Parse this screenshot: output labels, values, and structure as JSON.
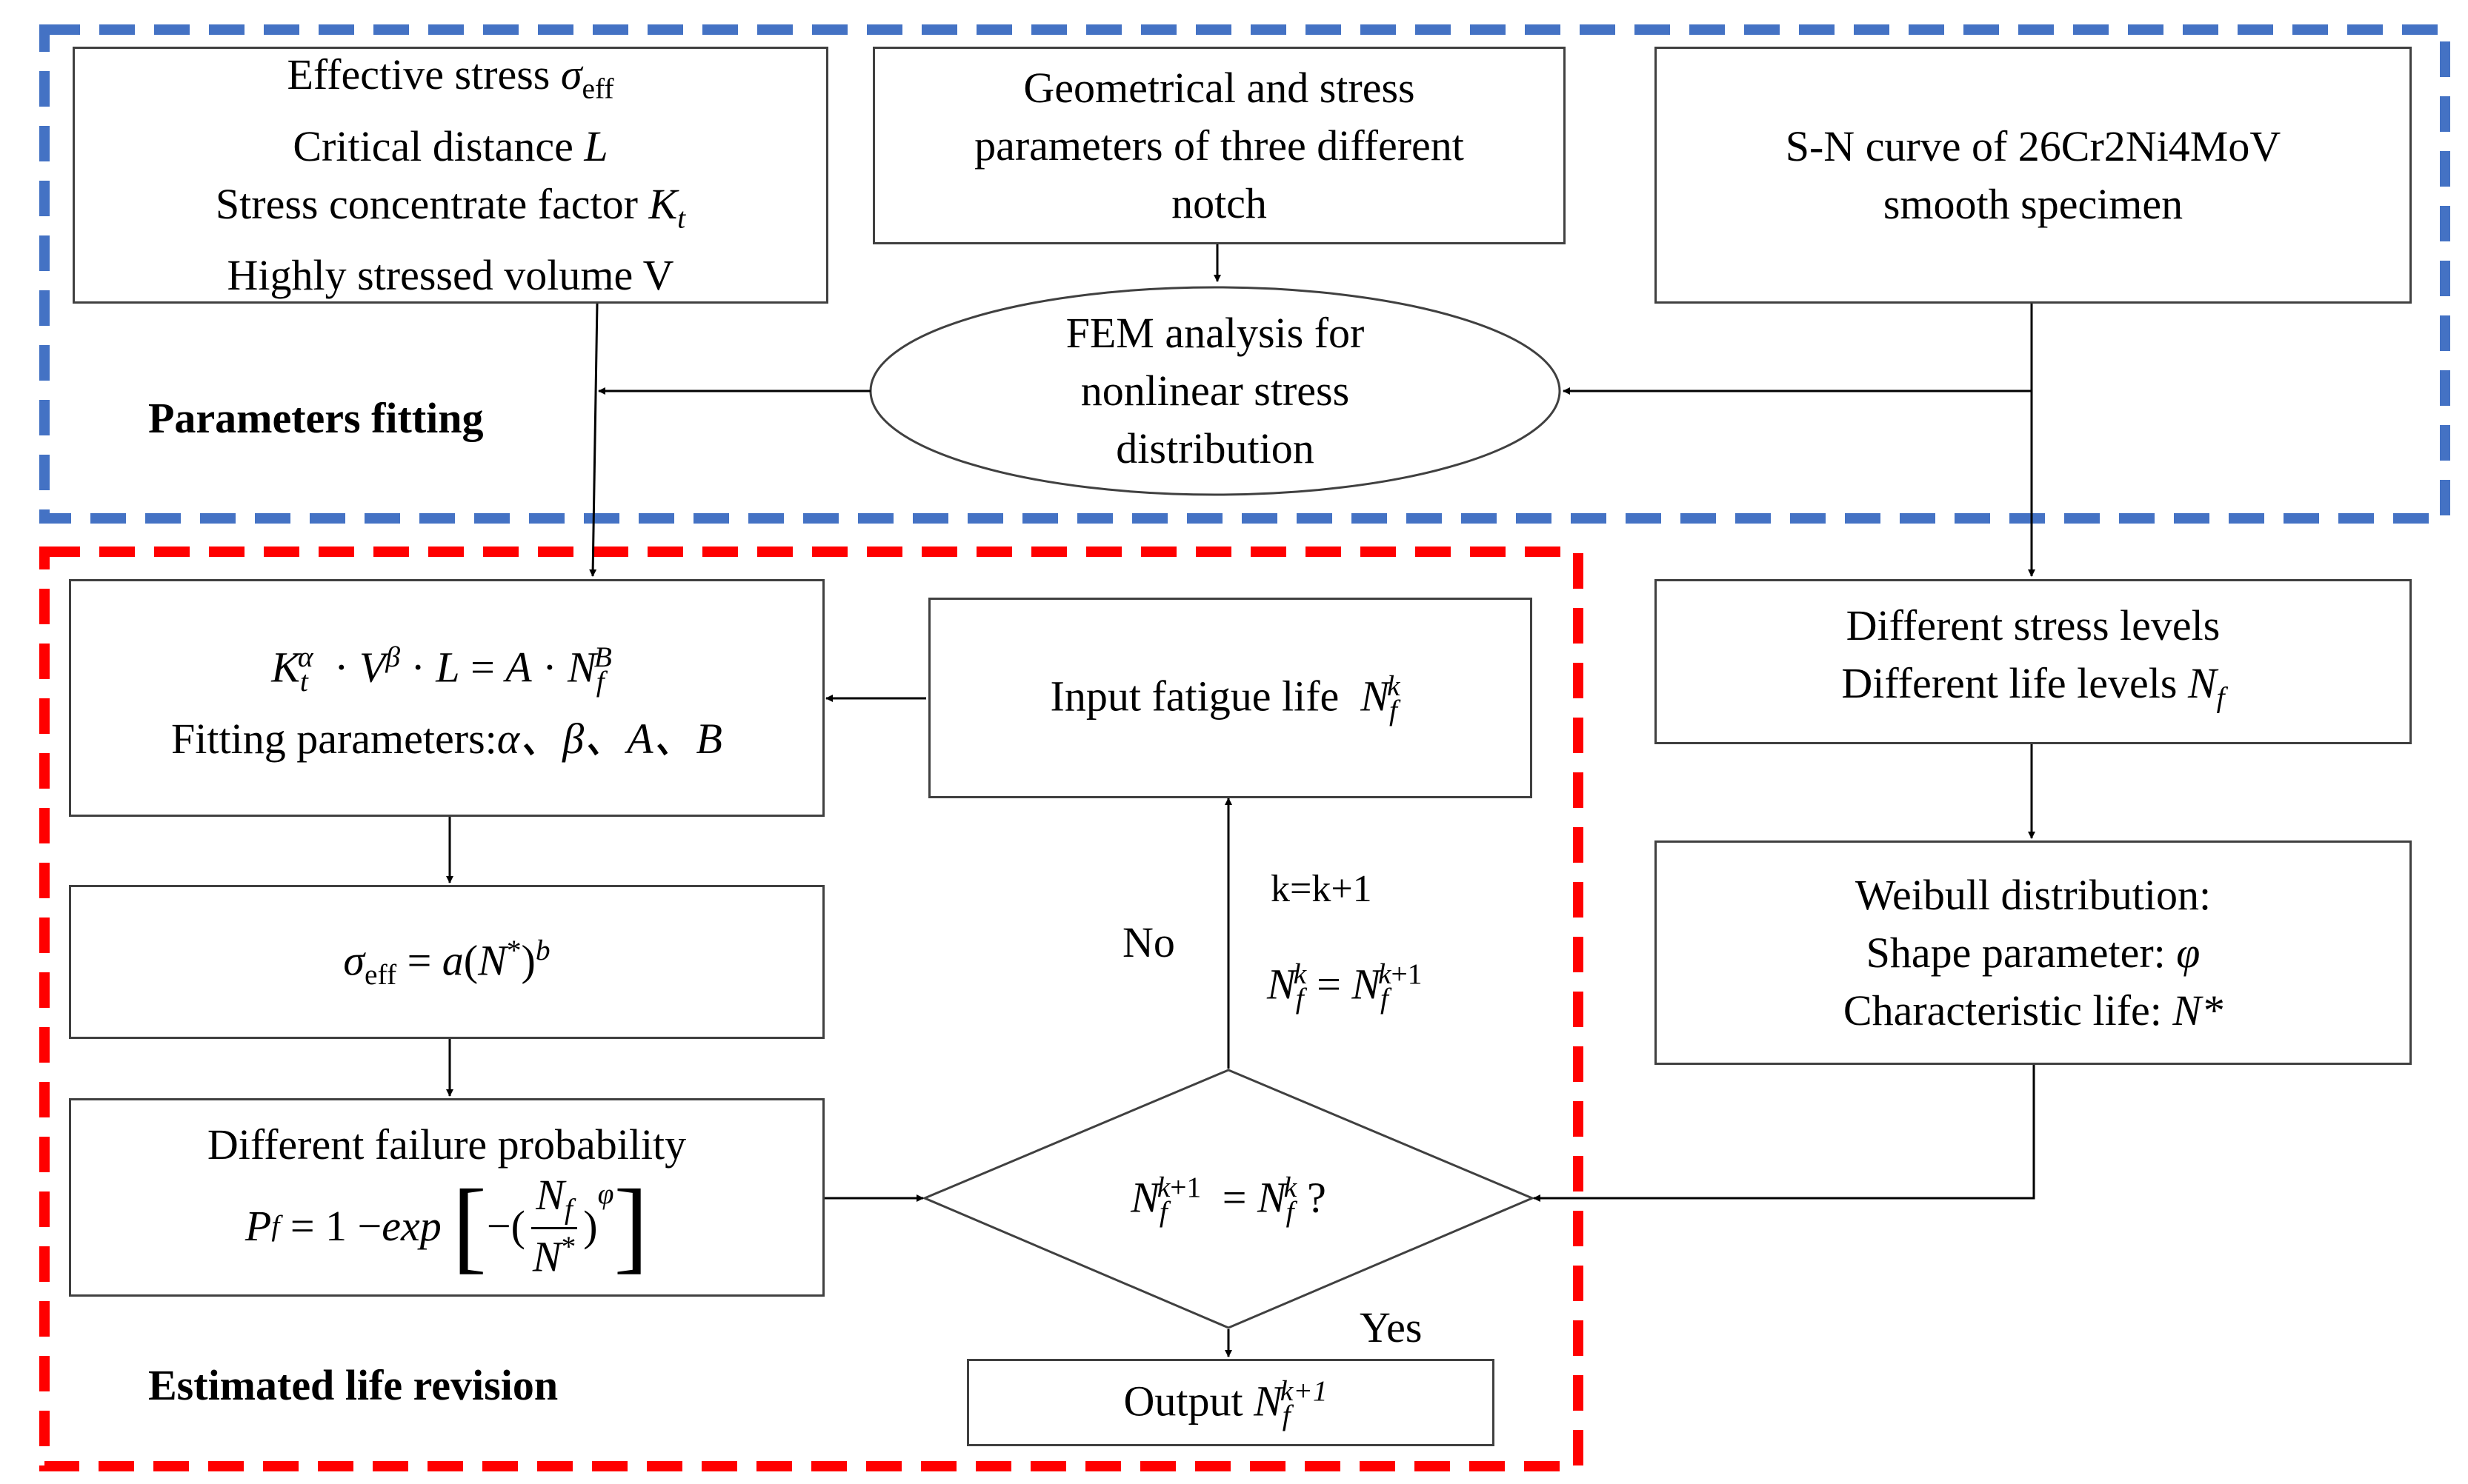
{
  "colors": {
    "parameters_group_border": "#4472C4",
    "revision_group_border": "#FF0000",
    "box_border": "#404040",
    "arrow": "#000000"
  },
  "groups": {
    "parameters": {
      "title": "Parameters fitting"
    },
    "revision": {
      "title": "Estimated life revision"
    }
  },
  "nodes": {
    "effective_params": {
      "line1": "Effective stress ",
      "line1_symbol": "σ",
      "line1_sub": "eff",
      "line2": "Critical distance ",
      "line2_symbol": "L",
      "line3": "Stress concentrate factor ",
      "line3_symbol": "K",
      "line3_sub": "t",
      "line4": "Highly stressed volume V"
    },
    "geometry_params": {
      "line1": "Geometrical and stress",
      "line2": "parameters of three different",
      "line3": "notch"
    },
    "sn_curve": {
      "line1": "S-N curve of 26Cr2Ni4MoV",
      "line2": "smooth specimen"
    },
    "fem_analysis": {
      "line1": "FEM analysis for",
      "line2": "nonlinear stress",
      "line3": "distribution"
    },
    "fitting_equation": {
      "equation": "Kₜ^α · V^β · L = A · N_f^B",
      "line2": "Fitting parameters:",
      "params": "α、β、A、B"
    },
    "input_fatigue_life": {
      "label": "Input fatigue life  ",
      "symbol": "N",
      "sub": "f",
      "sup": "k"
    },
    "stress_levels": {
      "line1": "Different stress levels",
      "line2": "Different life levels ",
      "line2_symbol": "N",
      "line2_sub": "f"
    },
    "sigma_equation": {
      "equation": "σ_eff = a(N*)^b"
    },
    "weibull": {
      "line1": "Weibull distribution:",
      "line2": "Shape parameter: ",
      "line2_symbol": "φ",
      "line3": "Characteristic life: ",
      "line3_symbol": "N*"
    },
    "failure_probability": {
      "line1": "Different failure probability",
      "equation": "P_f = 1 − exp[−(N_f/N*)^φ]"
    },
    "decision": {
      "equation": "N_f^(k+1) = N_f^k?"
    },
    "output": {
      "label": "Output ",
      "symbol": "N",
      "sub": "f",
      "sup": "k+1"
    }
  },
  "edge_labels": {
    "no": "No",
    "yes": "Yes",
    "increment": "k=k+1",
    "update": "N_f^k= N_f^(k+1)"
  }
}
